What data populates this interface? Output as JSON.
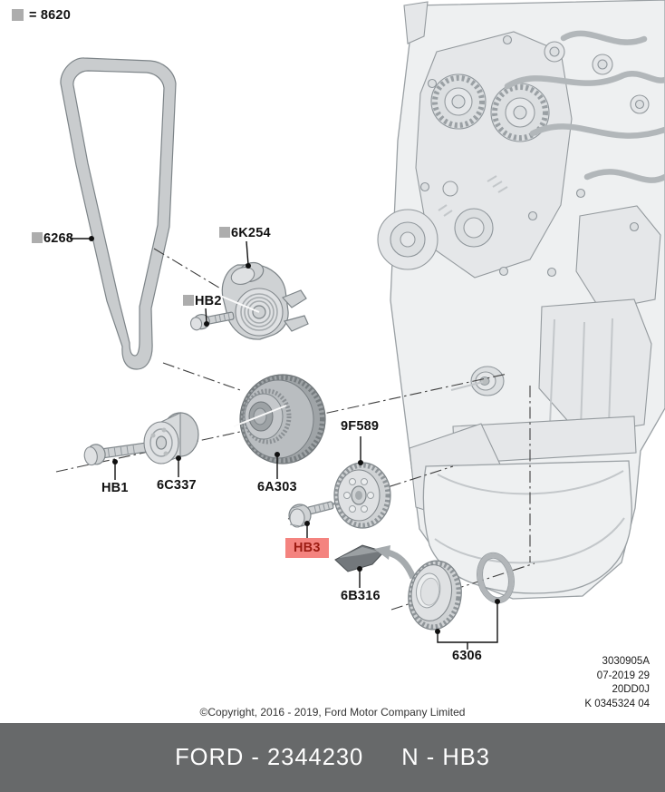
{
  "legend": {
    "marker": "gray-square",
    "text": "= 8620"
  },
  "part_labels": [
    {
      "id": "6268",
      "text": "6268",
      "marked": true,
      "highlighted": false,
      "part": "drive belt"
    },
    {
      "id": "6K254",
      "text": "6K254",
      "marked": true,
      "highlighted": false,
      "part": "belt tensioner"
    },
    {
      "id": "HB2",
      "text": "HB2",
      "marked": true,
      "highlighted": false,
      "part": "tensioner bolt"
    },
    {
      "id": "HB1",
      "text": "HB1",
      "marked": false,
      "highlighted": false,
      "part": "pulley bolt"
    },
    {
      "id": "6C337",
      "text": "6C337",
      "marked": false,
      "highlighted": false,
      "part": "idler pulley"
    },
    {
      "id": "6A303",
      "text": "6A303",
      "marked": false,
      "highlighted": false,
      "part": "crankshaft pulley"
    },
    {
      "id": "9F589",
      "text": "9F589",
      "marked": false,
      "highlighted": false,
      "part": "pump gear"
    },
    {
      "id": "HB3",
      "text": "HB3",
      "marked": false,
      "highlighted": true,
      "part": "gear bolt"
    },
    {
      "id": "6B316",
      "text": "6B316",
      "marked": false,
      "highlighted": false,
      "part": "guide plate"
    },
    {
      "id": "6306",
      "text": "6306",
      "marked": false,
      "highlighted": false,
      "part": "crankshaft gear and ring"
    }
  ],
  "drawing_info": {
    "lines": [
      "3030905A",
      "07-2019 29",
      "20DD0J",
      "K 0345324 04"
    ]
  },
  "copyright": "©Copyright, 2016 - 2019, Ford Motor Company Limited",
  "banner": {
    "catalog": "FORD - 2344230",
    "part_ref": "N - HB3"
  },
  "colors": {
    "marker_square": "#ADADAD",
    "highlight_bg": "#F4837F",
    "highlight_text": "#9C1C13",
    "banner_bg": "#67696a",
    "banner_text": "#FFFFFF",
    "line_black": "#101010"
  }
}
